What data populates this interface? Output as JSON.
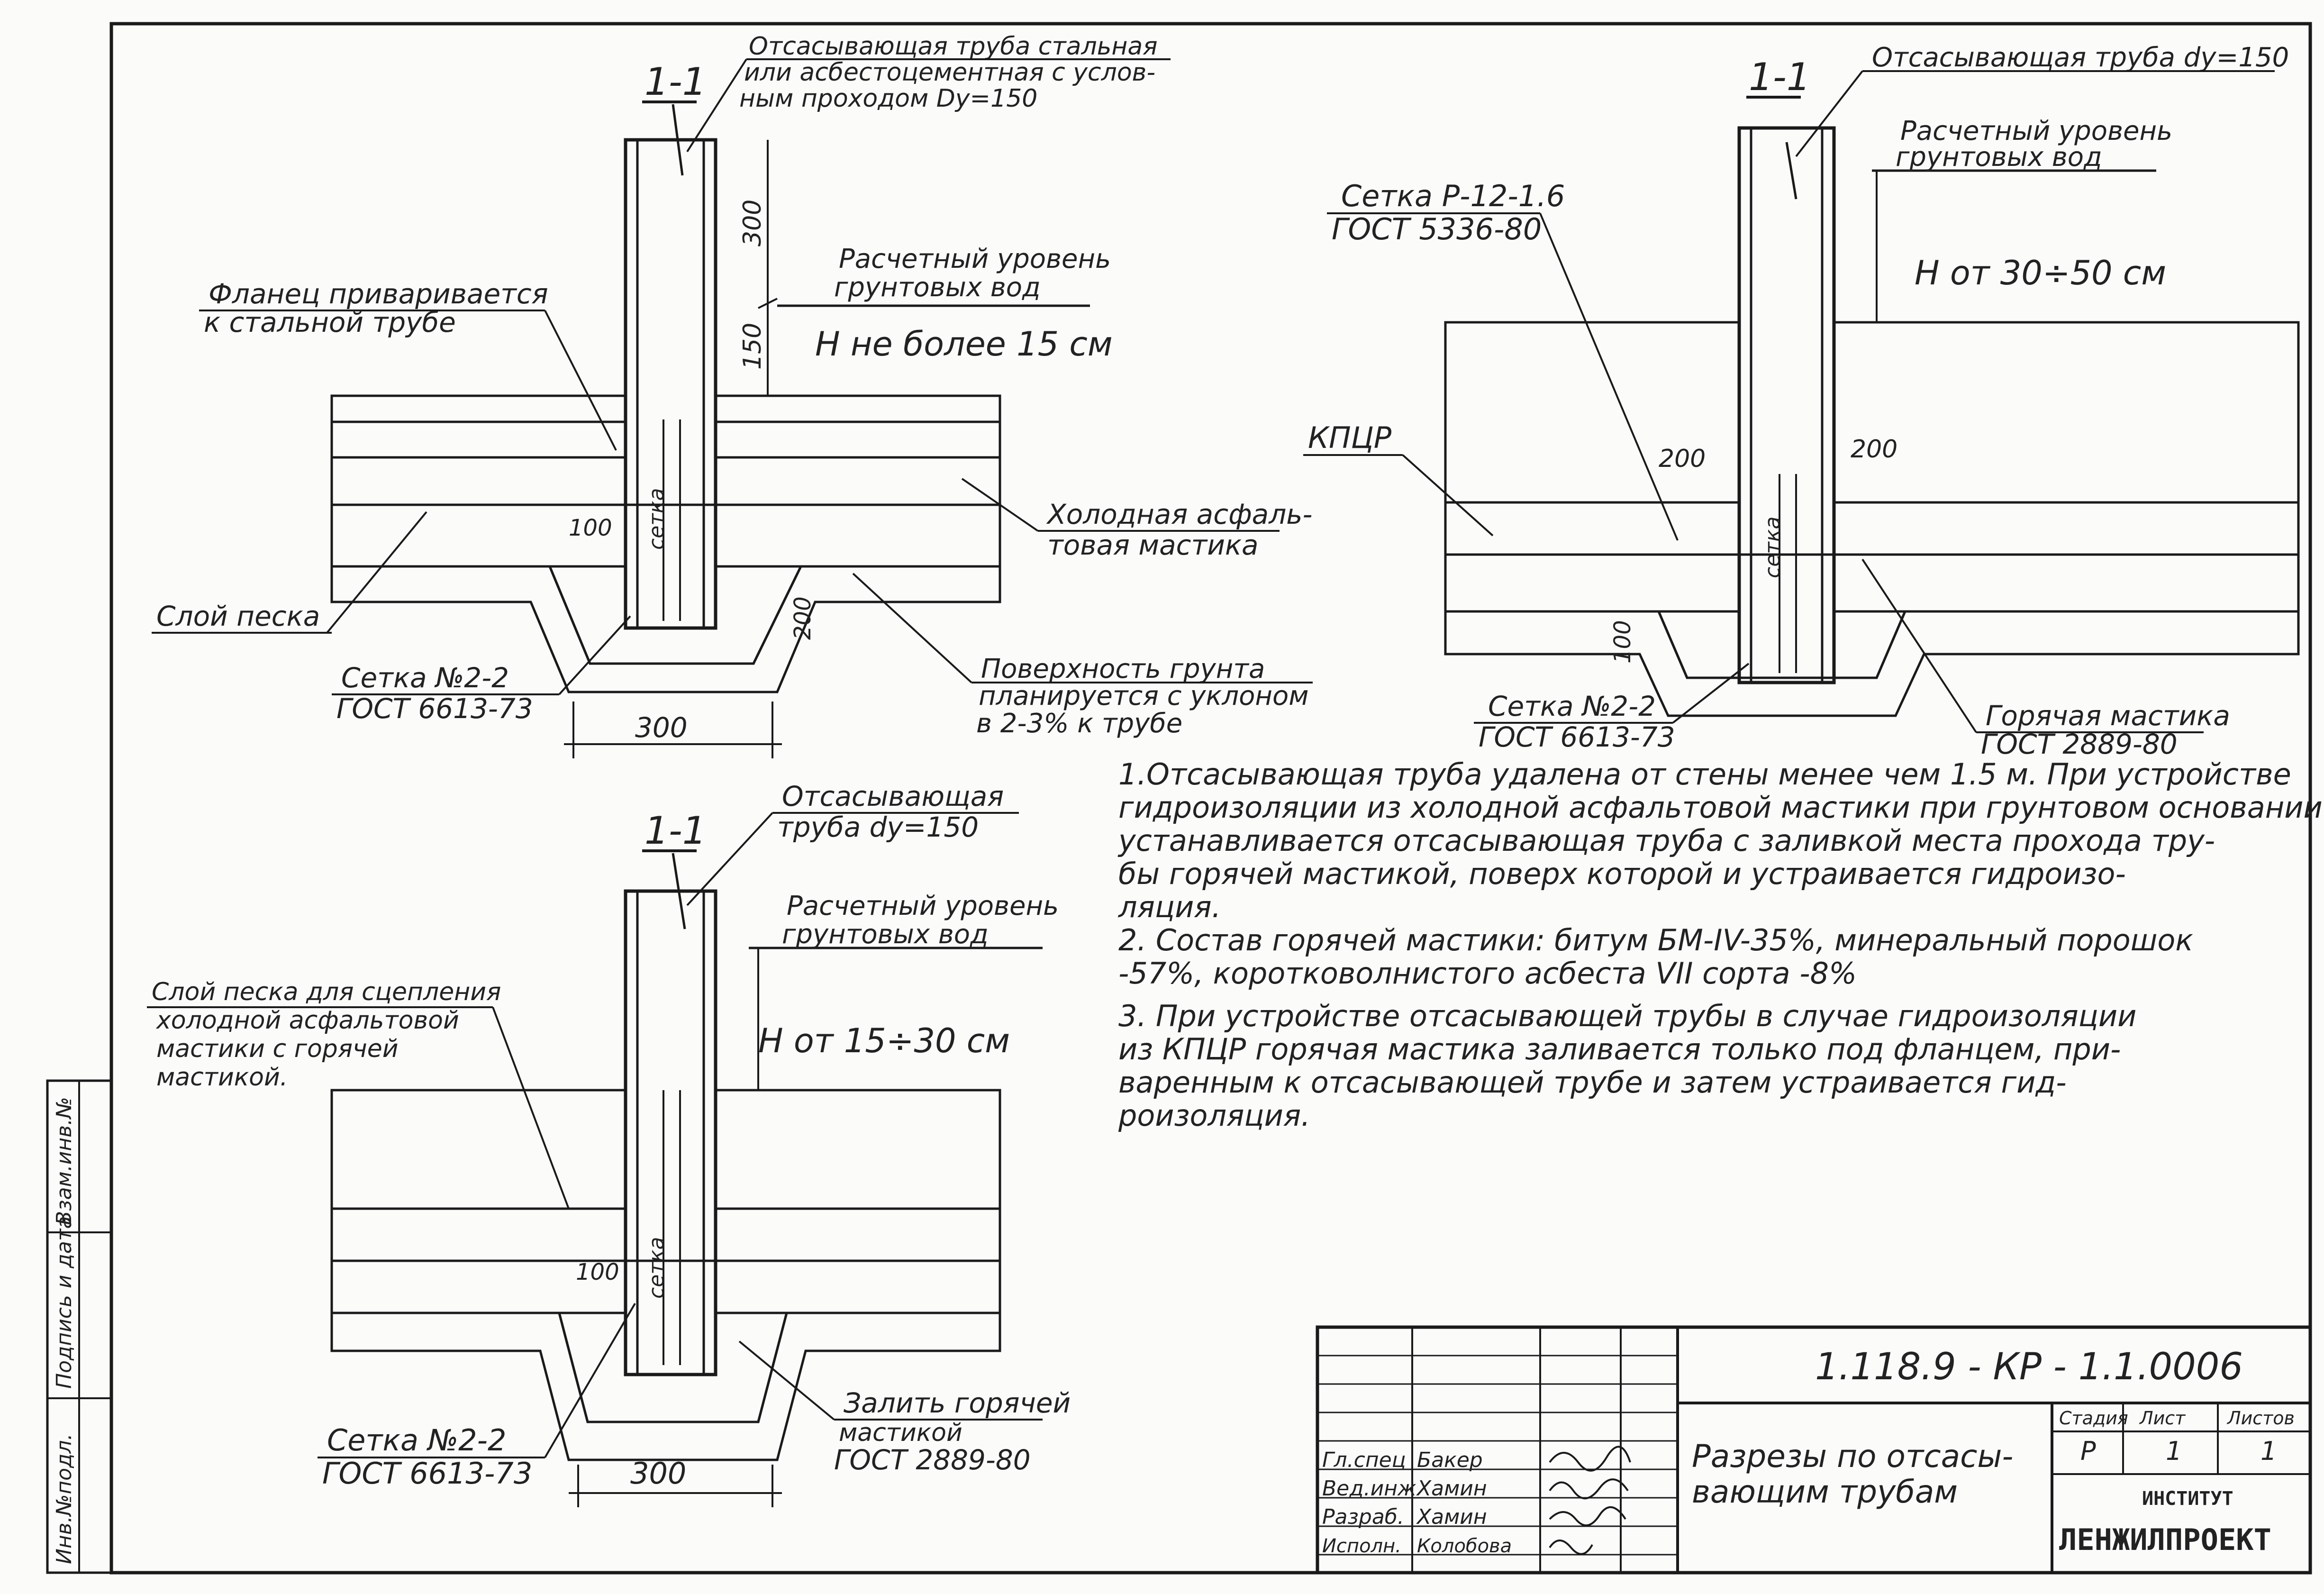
{
  "sections": {
    "top_left": {
      "label": "1-1",
      "pipe_note": [
        "Отсасывающая труба стальная",
        "или асбестоцементная с услов-",
        "ным проходом Dу=150"
      ],
      "flange_note": [
        "Фланец приваривается",
        "к стальной трубе"
      ],
      "water_level": [
        "Расчетный уровень",
        "грунтовых вод"
      ],
      "h_note": "H не более 15 см",
      "mastic": [
        "Холодная асфаль-",
        "товая мастика"
      ],
      "sand": "Слой песка",
      "mesh": [
        "Сетка №2-2",
        "ГОСТ 6613-73"
      ],
      "surface": [
        "Поверхность грунта",
        "планируется с уклоном",
        "в 2-3% к трубе"
      ],
      "dims": {
        "d300v": "300",
        "d150": "150",
        "d100": "100",
        "d200": "200",
        "d300h": "300"
      },
      "pipe_word": "сетка"
    },
    "bottom_left": {
      "label": "1-1",
      "pipe_note": [
        "Отсасывающая",
        "труба dу=150"
      ],
      "water_level": [
        "Расчетный уровень",
        "грунтовых вод"
      ],
      "h_note": "H от 15÷30 см",
      "sand_note": [
        "Слой песка для сцепления",
        "холодной асфальтовой",
        "мастики с горячей",
        "мастикой."
      ],
      "mesh": [
        "Сетка №2-2",
        "ГОСТ 6613-73"
      ],
      "fill_note": [
        "Залить горячей",
        "мастикой",
        "ГОСТ 2889-80"
      ],
      "dims": {
        "d100": "100",
        "d300h": "300"
      },
      "pipe_word": "сетка"
    },
    "right": {
      "label": "1-1",
      "pipe_note": "Отсасывающая труба dу=150",
      "water_level": [
        "Расчетный уровень",
        "грунтовых вод"
      ],
      "h_note": "H от 30÷50 см",
      "mesh_top": [
        "Сетка Р-12-1.6",
        "ГОСТ 5336-80"
      ],
      "kpcr": "КПЦР",
      "mesh": [
        "Сетка №2-2",
        "ГОСТ 6613-73"
      ],
      "hot_mastic": [
        "Горячая мастика",
        "ГОСТ 2889-80"
      ],
      "dims": {
        "d200a": "200",
        "d200b": "200",
        "d100": "100"
      },
      "pipe_word": "сетка"
    }
  },
  "notes": [
    [
      "1.Отсасывающая труба удалена от стены менее чем 1.5 м. При устройстве",
      "гидроизоляции из холодной асфальтовой мастики при грунтовом основании",
      "устанавливается отсасывающая труба с заливкой места прохода тру-",
      "бы горячей мастикой, поверх которой и устраивается гидроизо-",
      "ляция."
    ],
    [
      "2. Состав горячей мастики: битум БМ-IV-35%, минеральный порошок",
      "-57%, коротковолнистого асбеста VII сорта -8%"
    ],
    [
      "3. При устройстве отсасывающей трубы в случае гидроизоляции",
      "из КПЦР горячая мастика заливается только под фланцем, при-",
      "варенным к отсасывающей трубе и затем устраивается гид-",
      "роизоляция."
    ]
  ],
  "title_block": {
    "code": "1.118.9 - КР - 1.1.0006",
    "title": [
      "Разрезы по отсасы-",
      "вающим трубам"
    ],
    "stage_hdr": "Стадия",
    "sheet_hdr": "Лист",
    "sheets_hdr": "Листов",
    "stage": "Р",
    "sheet": "1",
    "sheets": "1",
    "inst_label": "ИНСТИТУТ",
    "inst_name": "ЛЕНЖИЛПРОЕКТ",
    "roles": [
      {
        "role": "Гл.спец",
        "name": "Бакер"
      },
      {
        "role": "Вед.инж",
        "name": "Хамин"
      },
      {
        "role": "Разраб.",
        "name": "Хамин"
      },
      {
        "role": "Исполн.",
        "name": "Колобова"
      }
    ]
  },
  "side_strip": [
    "Инв.№подл.",
    "Подпись и дата",
    "Взам.инв.№"
  ]
}
